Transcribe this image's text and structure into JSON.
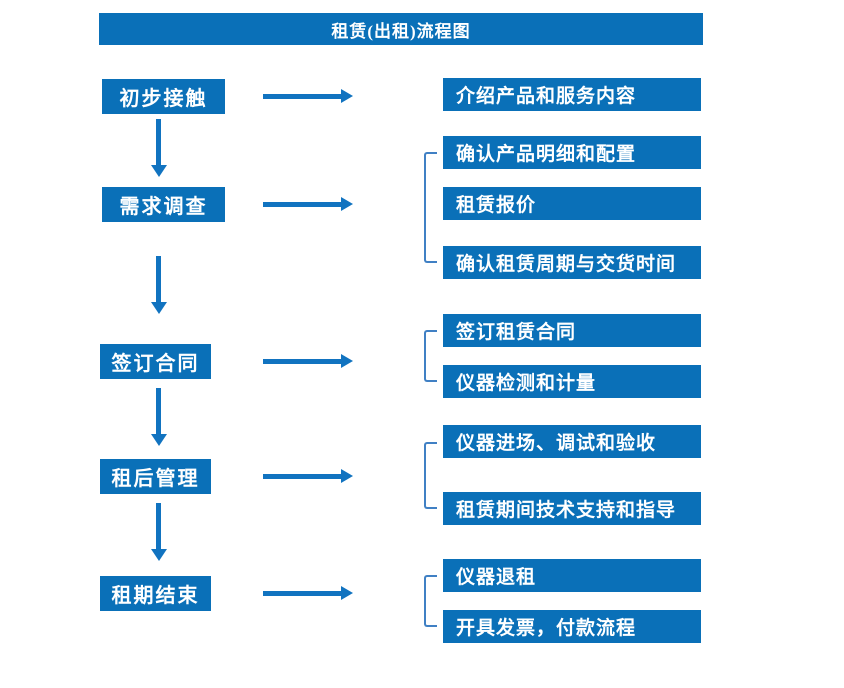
{
  "title": "租赁(出租)流程图",
  "colors": {
    "box": "#0A70B8",
    "arrow": "#1173C0",
    "bracket": "#4080C4",
    "text": "#FFFFFF",
    "background": "#FFFFFF"
  },
  "steps": [
    {
      "label": "初步接触",
      "outputs": [
        "介绍产品和服务内容"
      ]
    },
    {
      "label": "需求调查",
      "outputs": [
        "确认产品明细和配置",
        "租赁报价",
        "确认租赁周期与交货时间"
      ]
    },
    {
      "label": "签订合同",
      "outputs": [
        "签订租赁合同",
        "仪器检测和计量"
      ]
    },
    {
      "label": "租后管理",
      "outputs": [
        "仪器进场、调试和验收",
        "租赁期间技术支持和指导"
      ]
    },
    {
      "label": "租期结束",
      "outputs": [
        "仪器退租",
        "开具发票，付款流程"
      ]
    }
  ]
}
